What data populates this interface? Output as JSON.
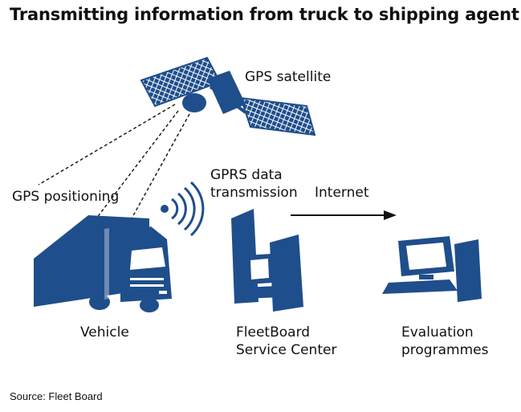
{
  "title": "Transmitting information from truck to shipping agent",
  "labels": {
    "gps_satellite": "GPS satellite",
    "gps_positioning": "GPS positioning",
    "gprs_line1": "GPRS data",
    "gprs_line2": "transmission",
    "internet": "Internet",
    "vehicle": "Vehicle",
    "service_center_line1": "FleetBoard",
    "service_center_line2": "Service Center",
    "evaluation_line1": "Evaluation",
    "evaluation_line2": "programmes"
  },
  "source": "Source: Fleet Board",
  "colors": {
    "icon_blue": "#1f4e8c",
    "text": "#111111"
  }
}
